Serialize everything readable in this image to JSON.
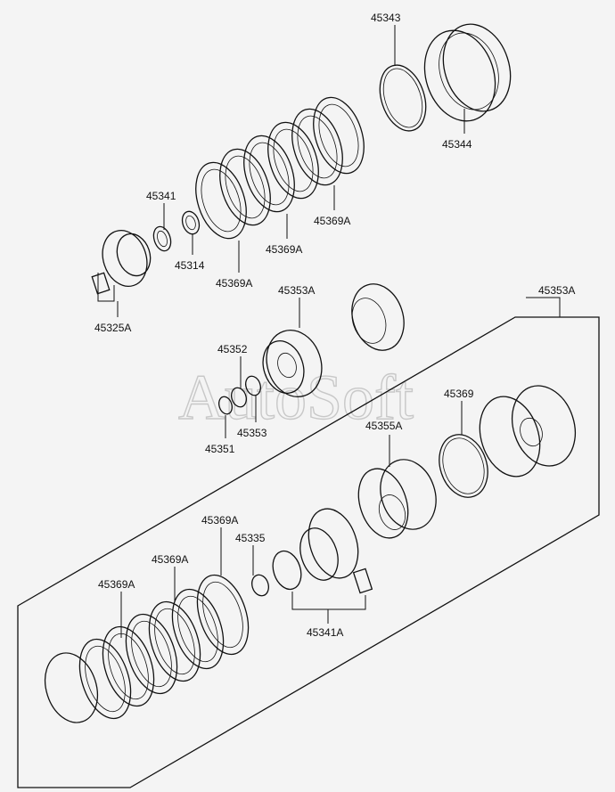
{
  "watermark": "AutoSoft",
  "colors": {
    "line": "#111111",
    "background": "#f4f4f4",
    "watermark": "#c8c8c8"
  },
  "labels": {
    "p45343": "45343",
    "p45344": "45344",
    "p45369a_top1": "45369A",
    "p45369a_top2": "45369A",
    "p45369a_top3": "45369A",
    "p45341": "45341",
    "p45314": "45314",
    "p45325a": "45325A",
    "p45353a_mid": "45353A",
    "p45353a_box": "45353A",
    "p45352": "45352",
    "p45353": "45353",
    "p45351": "45351",
    "p45369": "45369",
    "p45355a": "45355A",
    "p45369a_low1": "45369A",
    "p45335": "45335",
    "p45369a_low2": "45369A",
    "p45369a_low3": "45369A",
    "p45341a": "45341A"
  }
}
